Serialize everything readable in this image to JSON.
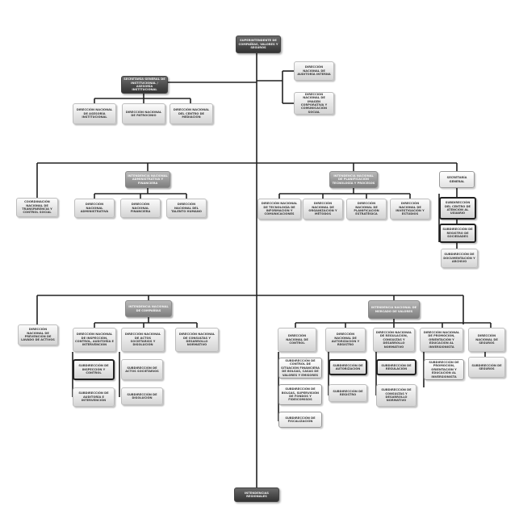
{
  "colors": {
    "line": "#222222",
    "dark_box": "#4a4a4a",
    "mid_box": "#9a9a9a",
    "light_box": "#e6e6e6"
  },
  "nodes": {
    "superintendente": "SUPERINTENDENTE DE COMPAÑÍAS, VALORES Y SEGUROS",
    "auditoria": "DIRECCIÓN NACIONAL DE AUDITORÍA INTERNA",
    "imagen": "DIRECCIÓN NACIONAL DE IMAGEN CORPORATIVA Y COMUNICACIÓN SOCIAL",
    "sec_general": "SECRETARÍA GENERAL DE INSTITUCIONAL / ASESORÍA INSTITUCIONAL",
    "asesoria": "DIRECCIÓN NACIONAL DE ASESORÍA INSTITUCIONAL",
    "patrocinio": "DIRECCIÓN NACIONAL DE PATROCINIO",
    "mediacion": "DIRECCIÓN NACIONAL DEL CENTRO DE MEDIACIÓN",
    "int_administrativa": "INTENDENCIA NACIONAL ADMINISTRATIVA Y FINANCIERA",
    "coordinacion": "COORDINACIÓN NACIONAL DE TRANSPARENCIA Y CONTROL SOCIAL",
    "dir_administrativa": "DIRECCIÓN NACIONAL ADMINISTRATIVA",
    "dir_financiera": "DIRECCIÓN NACIONAL FINANCIERA",
    "talento": "DIRECCIÓN NACIONAL DEL TALENTO HUMANO",
    "int_planificacion": "INTENDENCIA NACIONAL DE PLANIFICACIÓN TECNOLOGÍA Y PROCESOS",
    "tecnologia": "DIRECCIÓN NACIONAL DE TECNOLOGÍA DE INFORMACIÓN Y COMUNICACIONES",
    "organizacion": "DIRECCIÓN NACIONAL DE ORGANIZACIÓN Y MÉTODOS",
    "planificacion": "DIRECCIÓN NACIONAL DE PLANIFICACIÓN ESTRATÉGICA",
    "investigacion": "DIRECCIÓN NACIONAL DE INVESTIGACIÓN Y ESTUDIOS",
    "secretaria_general": "SECRETARÍA GENERAL",
    "atencion_usuario": "SUBDIRECCIÓN DEL CENTRO DE ATENCIÓN AL USUARIO",
    "registro_sociedades": "SUBDIRECCIÓN DE REGISTRO DE SOCIEDADES",
    "documentacion": "SUBDIRECCIÓN DE DOCUMENTACIÓN Y ARCHIVO",
    "int_companias": "INTENDENCIA NACIONAL DE COMPAÑÍAS",
    "prevencion": "DIRECCIÓN NACIONAL DE PREVENCIÓN DE LAVADO DE ACTIVOS",
    "inspeccion": "DIRECCIÓN NACIONAL DE INSPECCIÓN, CONTROL, AUDITORÍA E INTERVENCIÓN",
    "actos_societarios": "DIRECCIÓN NACIONAL DE ACTOS SOCIETARIOS Y DISOLUCIÓN",
    "consultas": "DIRECCIÓN NACIONAL DE CONSULTAS Y DESARROLLO NORMATIVO",
    "sub_inspeccion": "SUBDIRECCIÓN DE INSPECCIÓN Y CONTROL",
    "sub_auditoria": "SUBDIRECCIÓN DE AUDITORÍA E INTERVENCIÓN",
    "sub_actos": "SUBDIRECCIÓN DE ACTOS SOCIETARIOS",
    "sub_disolucion": "SUBDIRECCIÓN DE DISOLUCIÓN",
    "int_mercado": "INTENDENCIA NACIONAL DE MERCADO DE VALORES",
    "dn_control": "DIRECCIÓN NACIONAL DE CONTROL",
    "dn_autorizacion": "DIRECCIÓN NACIONAL DE AUTORIZACIÓN Y REGISTRO",
    "dn_regulacion": "DIRECCIÓN NACIONAL DE REGULACIÓN, CONSULTAS Y DESARROLLO NORMATIVO",
    "dn_promocion": "DIRECCIÓN NACIONAL DE PROMOCIÓN, ORIENTACIÓN Y EDUCACIÓN AL INVERSIONISTA",
    "dn_seguros": "DIRECCIÓN NACIONAL DE SEGUROS",
    "sub_control_a": "SUBDIRECCIÓN DE CONTROL DE SITUACIÓN FINANCIERA DE BOLSAS, CASAS DE VALORES Y EMISORES",
    "sub_control_b": "SUBDIRECCIÓN DE BOLSAS, SUPERVISIÓN DE FONDOS Y FIDEICOMISOS",
    "sub_fiscalizacion": "SUBDIRECCIÓN DE FISCALIZACIÓN",
    "sub_autorizacion": "SUBDIRECCIÓN DE AUTORIZACIÓN",
    "sub_registro": "SUBDIRECCIÓN DE REGISTRO",
    "sub_regulacion": "SUBDIRECCIÓN DE REGULACIÓN",
    "sub_consultas": "SUBDIRECCIÓN DE CONSULTAS Y DESARROLLO NORMATIVO",
    "sub_promocion": "SUBDIRECCIÓN DE PROMOCIÓN, ORIENTACIÓN Y EDUCACIÓN AL INVERSIONISTA",
    "sub_seguros": "SUBDIRECCIÓN DE SEGUROS",
    "int_regionales": "INTENDENCIAS REGIONALES"
  }
}
